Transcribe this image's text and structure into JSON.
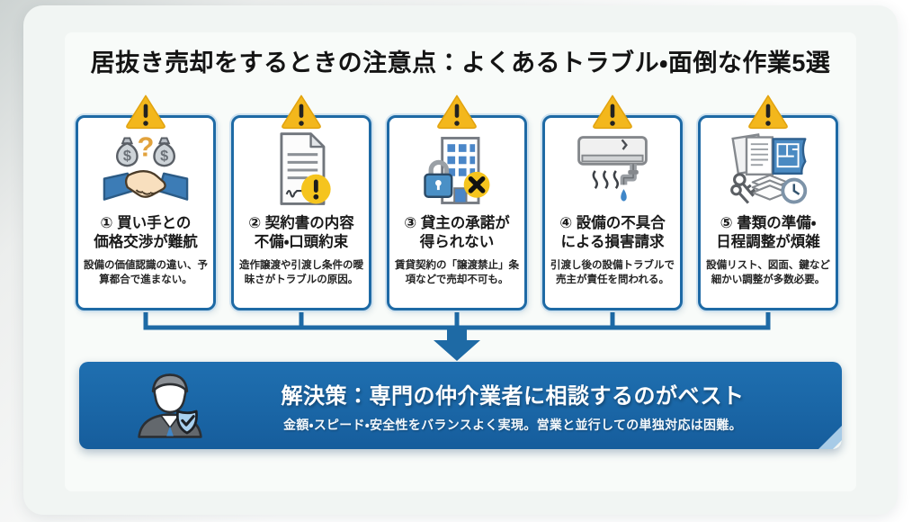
{
  "title": "居抜き売却をするときの注意点：よくあるトラブル・面倒な作業5選",
  "cards": [
    {
      "icon": "handshake-money-icon",
      "title_line1": "① 買い手との",
      "title_line2": "価格交渉が難航",
      "body": "設備の価値認識の違い、予算都合で進まない。"
    },
    {
      "icon": "contract-warning-icon",
      "title_line1": "② 契約書の内容",
      "title_line2": "不備・口頭約束",
      "body": "造作譲渡や引渡し条件の曖昧さがトラブルの原因。"
    },
    {
      "icon": "building-lock-icon",
      "title_line1": "③ 貸主の承諾が",
      "title_line2": "得られない",
      "body": "賃貸契約の「譲渡禁止」条項などで売却不可も。"
    },
    {
      "icon": "aircon-damage-icon",
      "title_line1": "④ 設備の不具合",
      "title_line2": "による損害請求",
      "body": "引渡し後の設備トラブルで売主が責任を問われる。"
    },
    {
      "icon": "documents-schedule-icon",
      "title_line1": "⑤ 書類の準備・",
      "title_line2": "日程調整が煩雑",
      "body": "設備リスト、図面、鍵など細かい調整が多数必要。"
    }
  ],
  "solution": {
    "icon": "consultant-shield-icon",
    "title": "解決策：専門の仲介業者に相談するのがベスト",
    "subtitle": "金額・スピード・安全性をバランスよく実現。営業と並行しての単独対応は困難。"
  },
  "colors": {
    "accent_blue": "#1e6aa5",
    "card_border_blue": "#1e6aa5",
    "warning_yellow": "#f3b71c",
    "banner_blue": "#1a66a6",
    "panel_background": "#f1f5f3"
  }
}
